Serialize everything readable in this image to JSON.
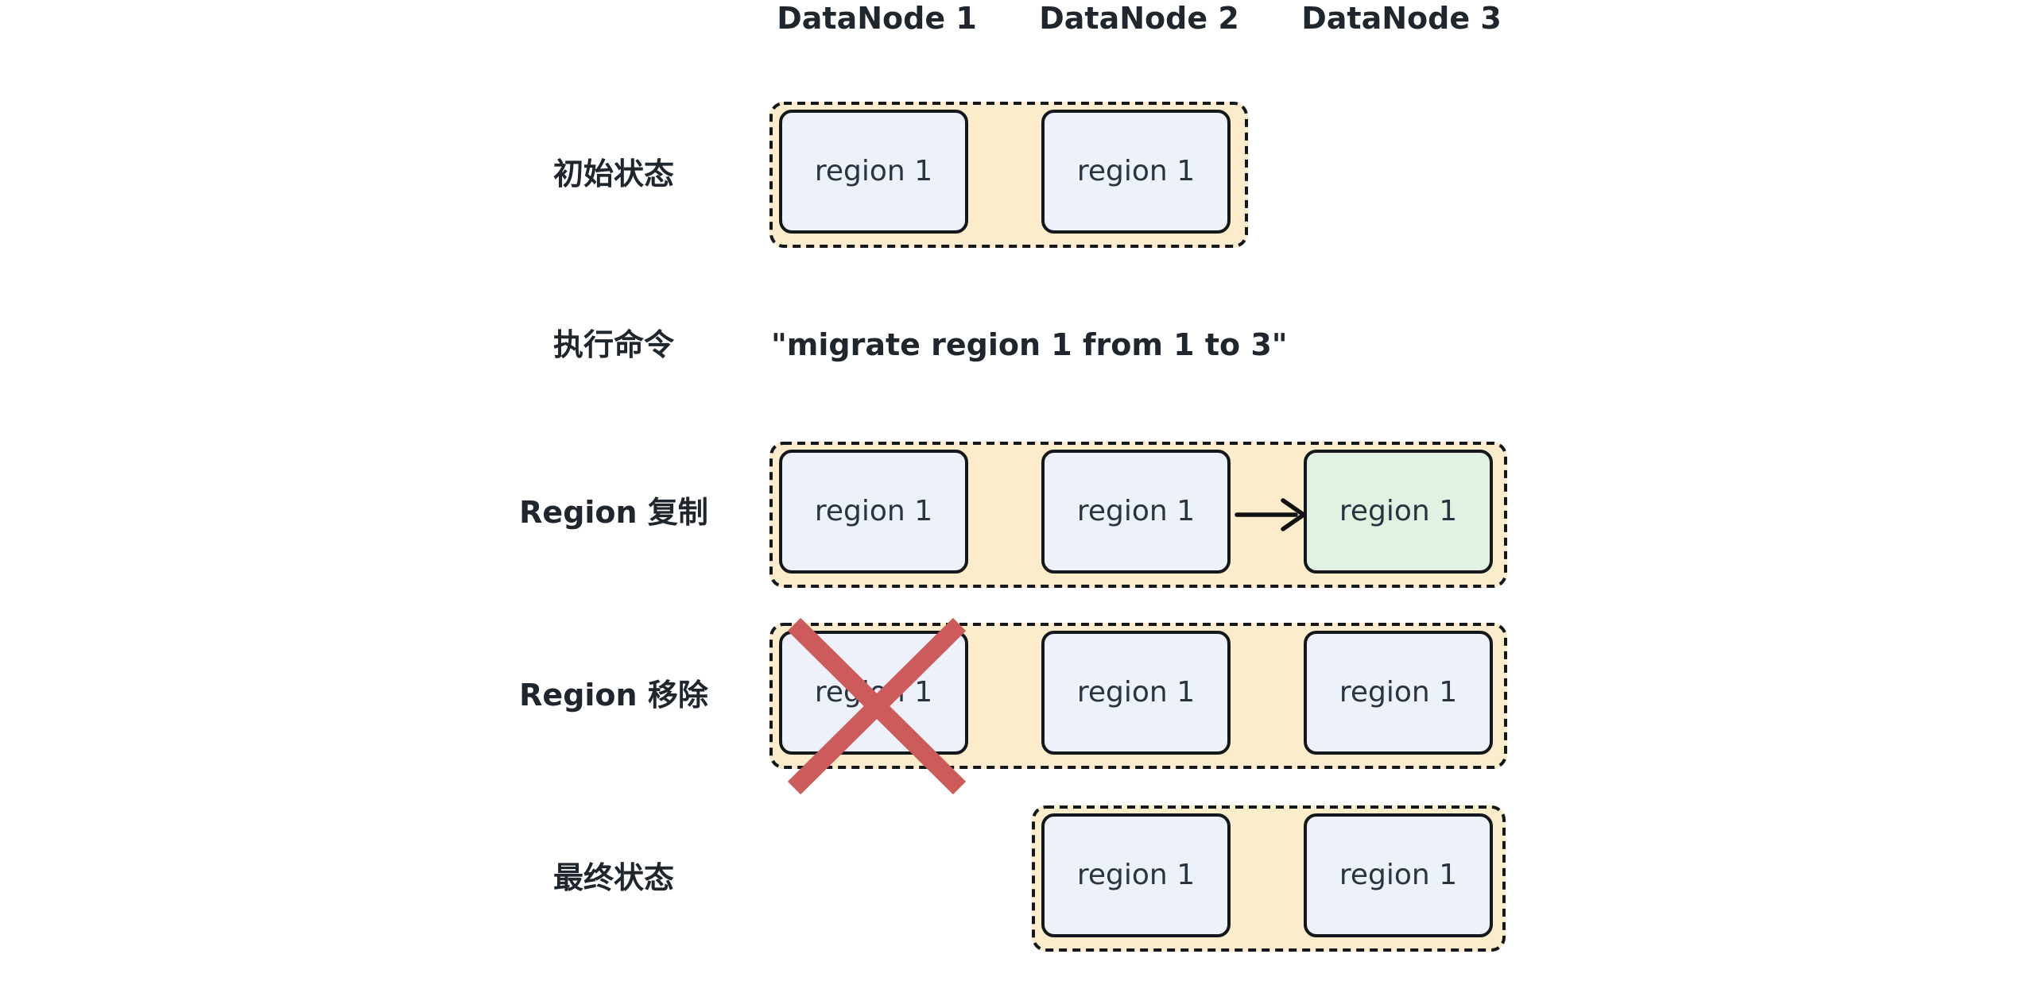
{
  "diagram": {
    "column_headers": [
      "DataNode 1",
      "DataNode 2",
      "DataNode 3"
    ],
    "rows": {
      "initial": {
        "label": "初始状态",
        "boxes": [
          "region 1",
          "region 1"
        ]
      },
      "command": {
        "label": "执行命令",
        "command_text": "\"migrate region 1 from 1 to 3\""
      },
      "replicate": {
        "label": "Region 复制",
        "boxes": [
          "region 1",
          "region 1",
          "region 1"
        ]
      },
      "remove": {
        "label": "Region 移除",
        "boxes": [
          "region 1",
          "region 1",
          "region 1"
        ]
      },
      "final": {
        "label": "最终状态",
        "boxes": [
          "region 1",
          "region 1"
        ]
      }
    },
    "icons": {
      "replication_arrow": "arrow-right-icon",
      "removal_mark": "red-x-icon"
    }
  },
  "appearance": {
    "background": "#FFFFFF",
    "group_fill": "#FBEDCB",
    "group_border": "#14171C",
    "region_fill": "#ECF1FA",
    "region_fill_new_replica": "#E2F1E2",
    "region_border": "#14171C",
    "region_text_color": "#2A3440",
    "heading_text_color": "#20262E",
    "cross_color": "#CE5B5B",
    "arrow_color": "#111111"
  }
}
